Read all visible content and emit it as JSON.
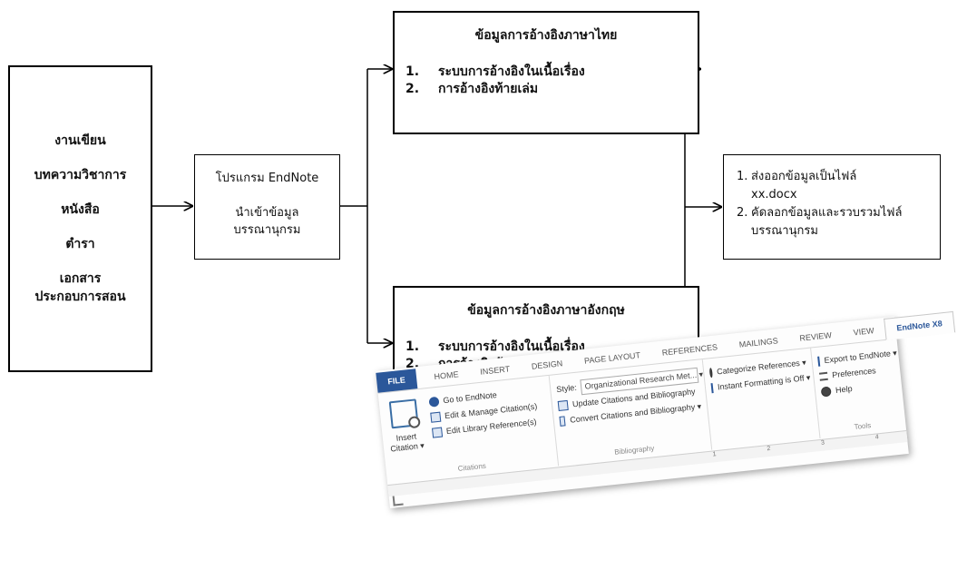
{
  "source": {
    "items": [
      "งานเขียน",
      "บทความวิชาการ",
      "หนังสือ",
      "ตำรา",
      "เอกสาร\nประกอบการสอน"
    ]
  },
  "program": {
    "line1": "โปรแกรม EndNote",
    "line2": "นำเข้าข้อมูล\nบรรณานุกรม"
  },
  "thai_refs": {
    "title": "ข้อมูลการอ้างอิงภาษาไทย",
    "items": [
      {
        "num": "1.",
        "text": "ระบบการอ้างอิงในเนื้อเรื่อง"
      },
      {
        "num": "2.",
        "text": "การอ้างอิงท้ายเล่ม"
      }
    ]
  },
  "english_refs": {
    "title": "ข้อมูลการอ้างอิงภาษาอังกฤษ",
    "items": [
      {
        "num": "1.",
        "text": "ระบบการอ้างอิงในเนื้อเรื่อง"
      },
      {
        "num": "2.",
        "text": "การอ้างอิงท้ายเล่ม"
      }
    ]
  },
  "export": {
    "items": [
      {
        "num": "1.",
        "text": "ส่งออกข้อมูลเป็นไฟล์\nxx.docx"
      },
      {
        "num": "2.",
        "text": "คัดลอกข้อมูลและรวบรวมไฟล์\nบรรณานุกรม"
      }
    ]
  },
  "ribbon": {
    "tabs": [
      "FILE",
      "HOME",
      "INSERT",
      "DESIGN",
      "PAGE LAYOUT",
      "REFERENCES",
      "MAILINGS",
      "REVIEW",
      "VIEW",
      "EndNote X8"
    ],
    "active_tab": "EndNote X8",
    "insert_citation": "Insert\nCitation ▾",
    "citations_items": [
      "Go to EndNote",
      "Edit & Manage Citation(s)",
      "Edit Library Reference(s)"
    ],
    "citations_label": "Citations",
    "style_label": "Style:",
    "style_value": "Organizational Research Met... ▾",
    "bibliography_items": [
      "Update Citations and Bibliography",
      "Convert Citations and Bibliography ▾"
    ],
    "bibliography_label": "Bibliography",
    "categorize": "Categorize References ▾",
    "instant_formatting": "Instant Formatting is Off ▾",
    "tools_items": [
      "Export to EndNote ▾",
      "Preferences",
      "Help"
    ],
    "tools_label": "Tools",
    "ruler_numbers": [
      "1",
      "2",
      "3",
      "4"
    ],
    "colors": {
      "file_tab": "#2b579a",
      "active_tab_text": "#2b579a"
    }
  }
}
